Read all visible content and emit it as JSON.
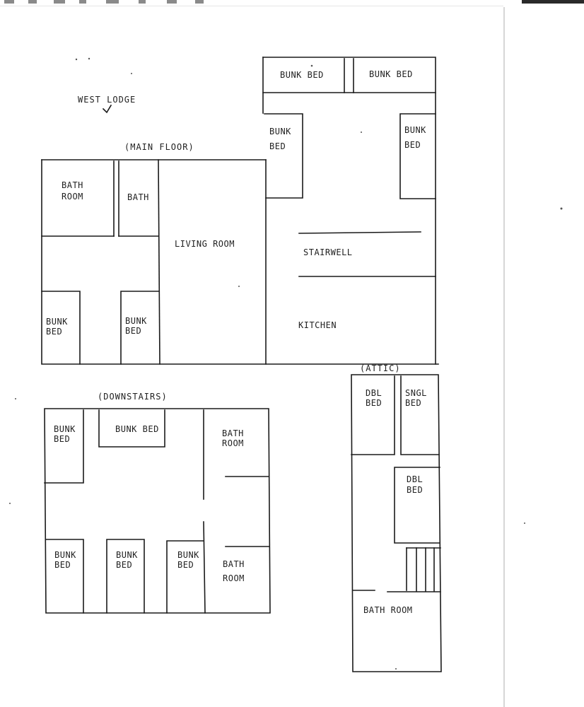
{
  "title": "WEST LODGE",
  "sections": {
    "main_floor": "(MAIN FLOOR)",
    "downstairs": "(DOWNSTAIRS)",
    "attic": "(ATTIC)"
  },
  "main_floor": {
    "bunk_bed_top_1": "BUNK BED",
    "bunk_bed_top_2": "BUNK BED",
    "bunk_bed_left_1": "BUNK",
    "bunk_bed_left_2": "BED",
    "bunk_bed_right_1": "BUNK",
    "bunk_bed_right_2": "BED",
    "bath_room_1": "BATH",
    "bath_room_2": "ROOM",
    "bath": "BATH",
    "living_room": "LIVING ROOM",
    "stairwell": "STAIRWELL",
    "kitchen": "KITCHEN",
    "bunk_bed_ll_1": "BUNK",
    "bunk_bed_ll_2": "BED",
    "bunk_bed_lm_1": "BUNK",
    "bunk_bed_lm_2": "BED"
  },
  "downstairs": {
    "bunk_bed_tl_1": "BUNK",
    "bunk_bed_tl_2": "BED",
    "bunk_bed_top": "BUNK BED",
    "bath_room_top_1": "BATH",
    "bath_room_top_2": "ROOM",
    "bunk_bed_bl_1": "BUNK",
    "bunk_bed_bl_2": "BED",
    "bunk_bed_bm_1": "BUNK",
    "bunk_bed_bm_2": "BED",
    "bunk_bed_br_1": "BUNK",
    "bunk_bed_br_2": "BED",
    "bath_room_bot_1": "BATH",
    "bath_room_bot_2": "ROOM"
  },
  "attic": {
    "dbl_bed_1_a": "DBL",
    "dbl_bed_1_b": "BED",
    "sngl_bed_a": "SNGL",
    "sngl_bed_b": "BED",
    "dbl_bed_2_a": "DBL",
    "dbl_bed_2_b": "BED",
    "bath_room": "BATH ROOM"
  }
}
